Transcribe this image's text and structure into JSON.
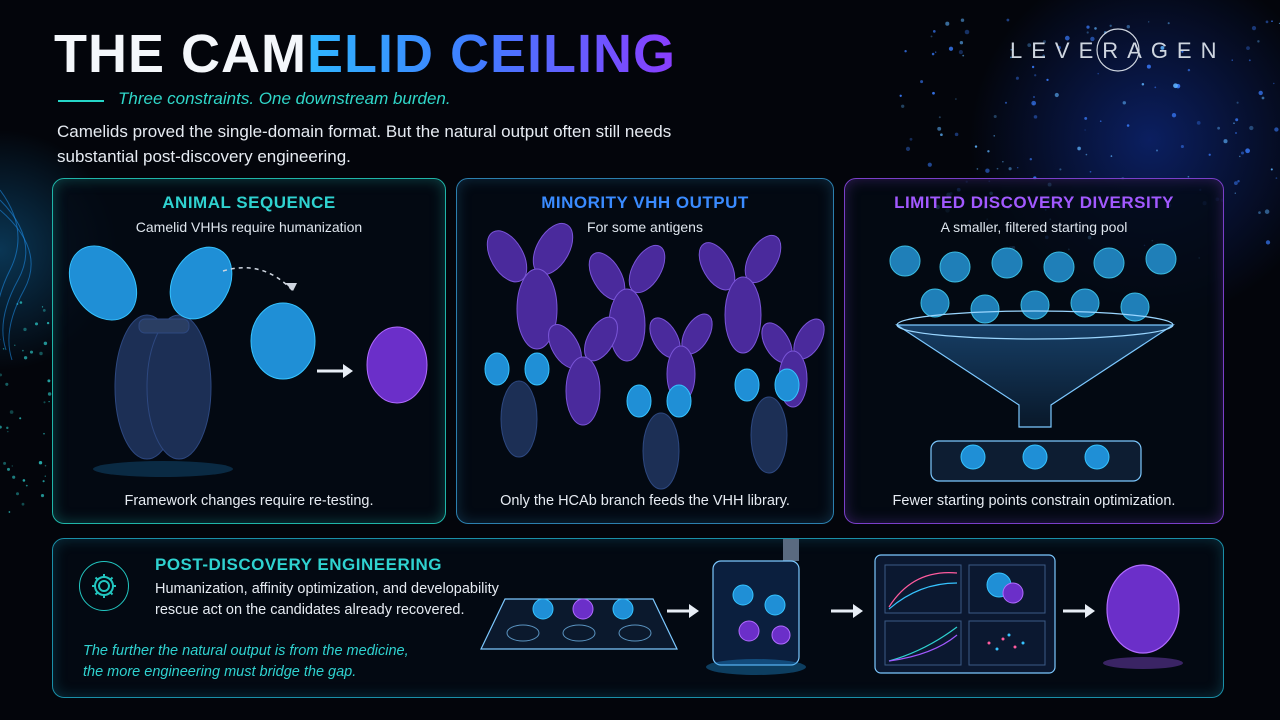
{
  "title": {
    "part1": "THE CAM",
    "part2": "ELID CEILING"
  },
  "logo": {
    "text": "LEVERAGEN"
  },
  "subtitle": "Three constraints. One downstream burden.",
  "intro": "Camelids proved the single-domain format. But the natural output often still needs substantial post-discovery engineering.",
  "panels": [
    {
      "heading": "ANIMAL SEQUENCE",
      "subheading": "Camelid VHHs require humanization",
      "footer": "Framework changes require re-testing.",
      "accent": "#2fd2d0"
    },
    {
      "heading": "MINORITY VHH OUTPUT",
      "subheading": "For some antigens",
      "footer": "Only the  HCAb branch feeds the VHH library.",
      "accent": "#3a8bff"
    },
    {
      "heading": "LIMITED DISCOVERY DIVERSITY",
      "subheading": "A smaller, filtered starting pool",
      "footer": "Fewer starting points constrain optimization.",
      "accent": "#a259ff"
    }
  ],
  "engineering": {
    "heading": "POST-DISCOVERY ENGINEERING",
    "body": "Humanization, affinity optimization, and developability rescue act on the candidates already recovered.",
    "quote_line1": "The further the natural output is from the medicine,",
    "quote_line2": "the more engineering must bridge the gap.",
    "icon": "gear-icon"
  },
  "colors": {
    "teal": "#2fd2d0",
    "blue": "#3a8bff",
    "purple": "#a259ff",
    "background": "#03050b"
  }
}
